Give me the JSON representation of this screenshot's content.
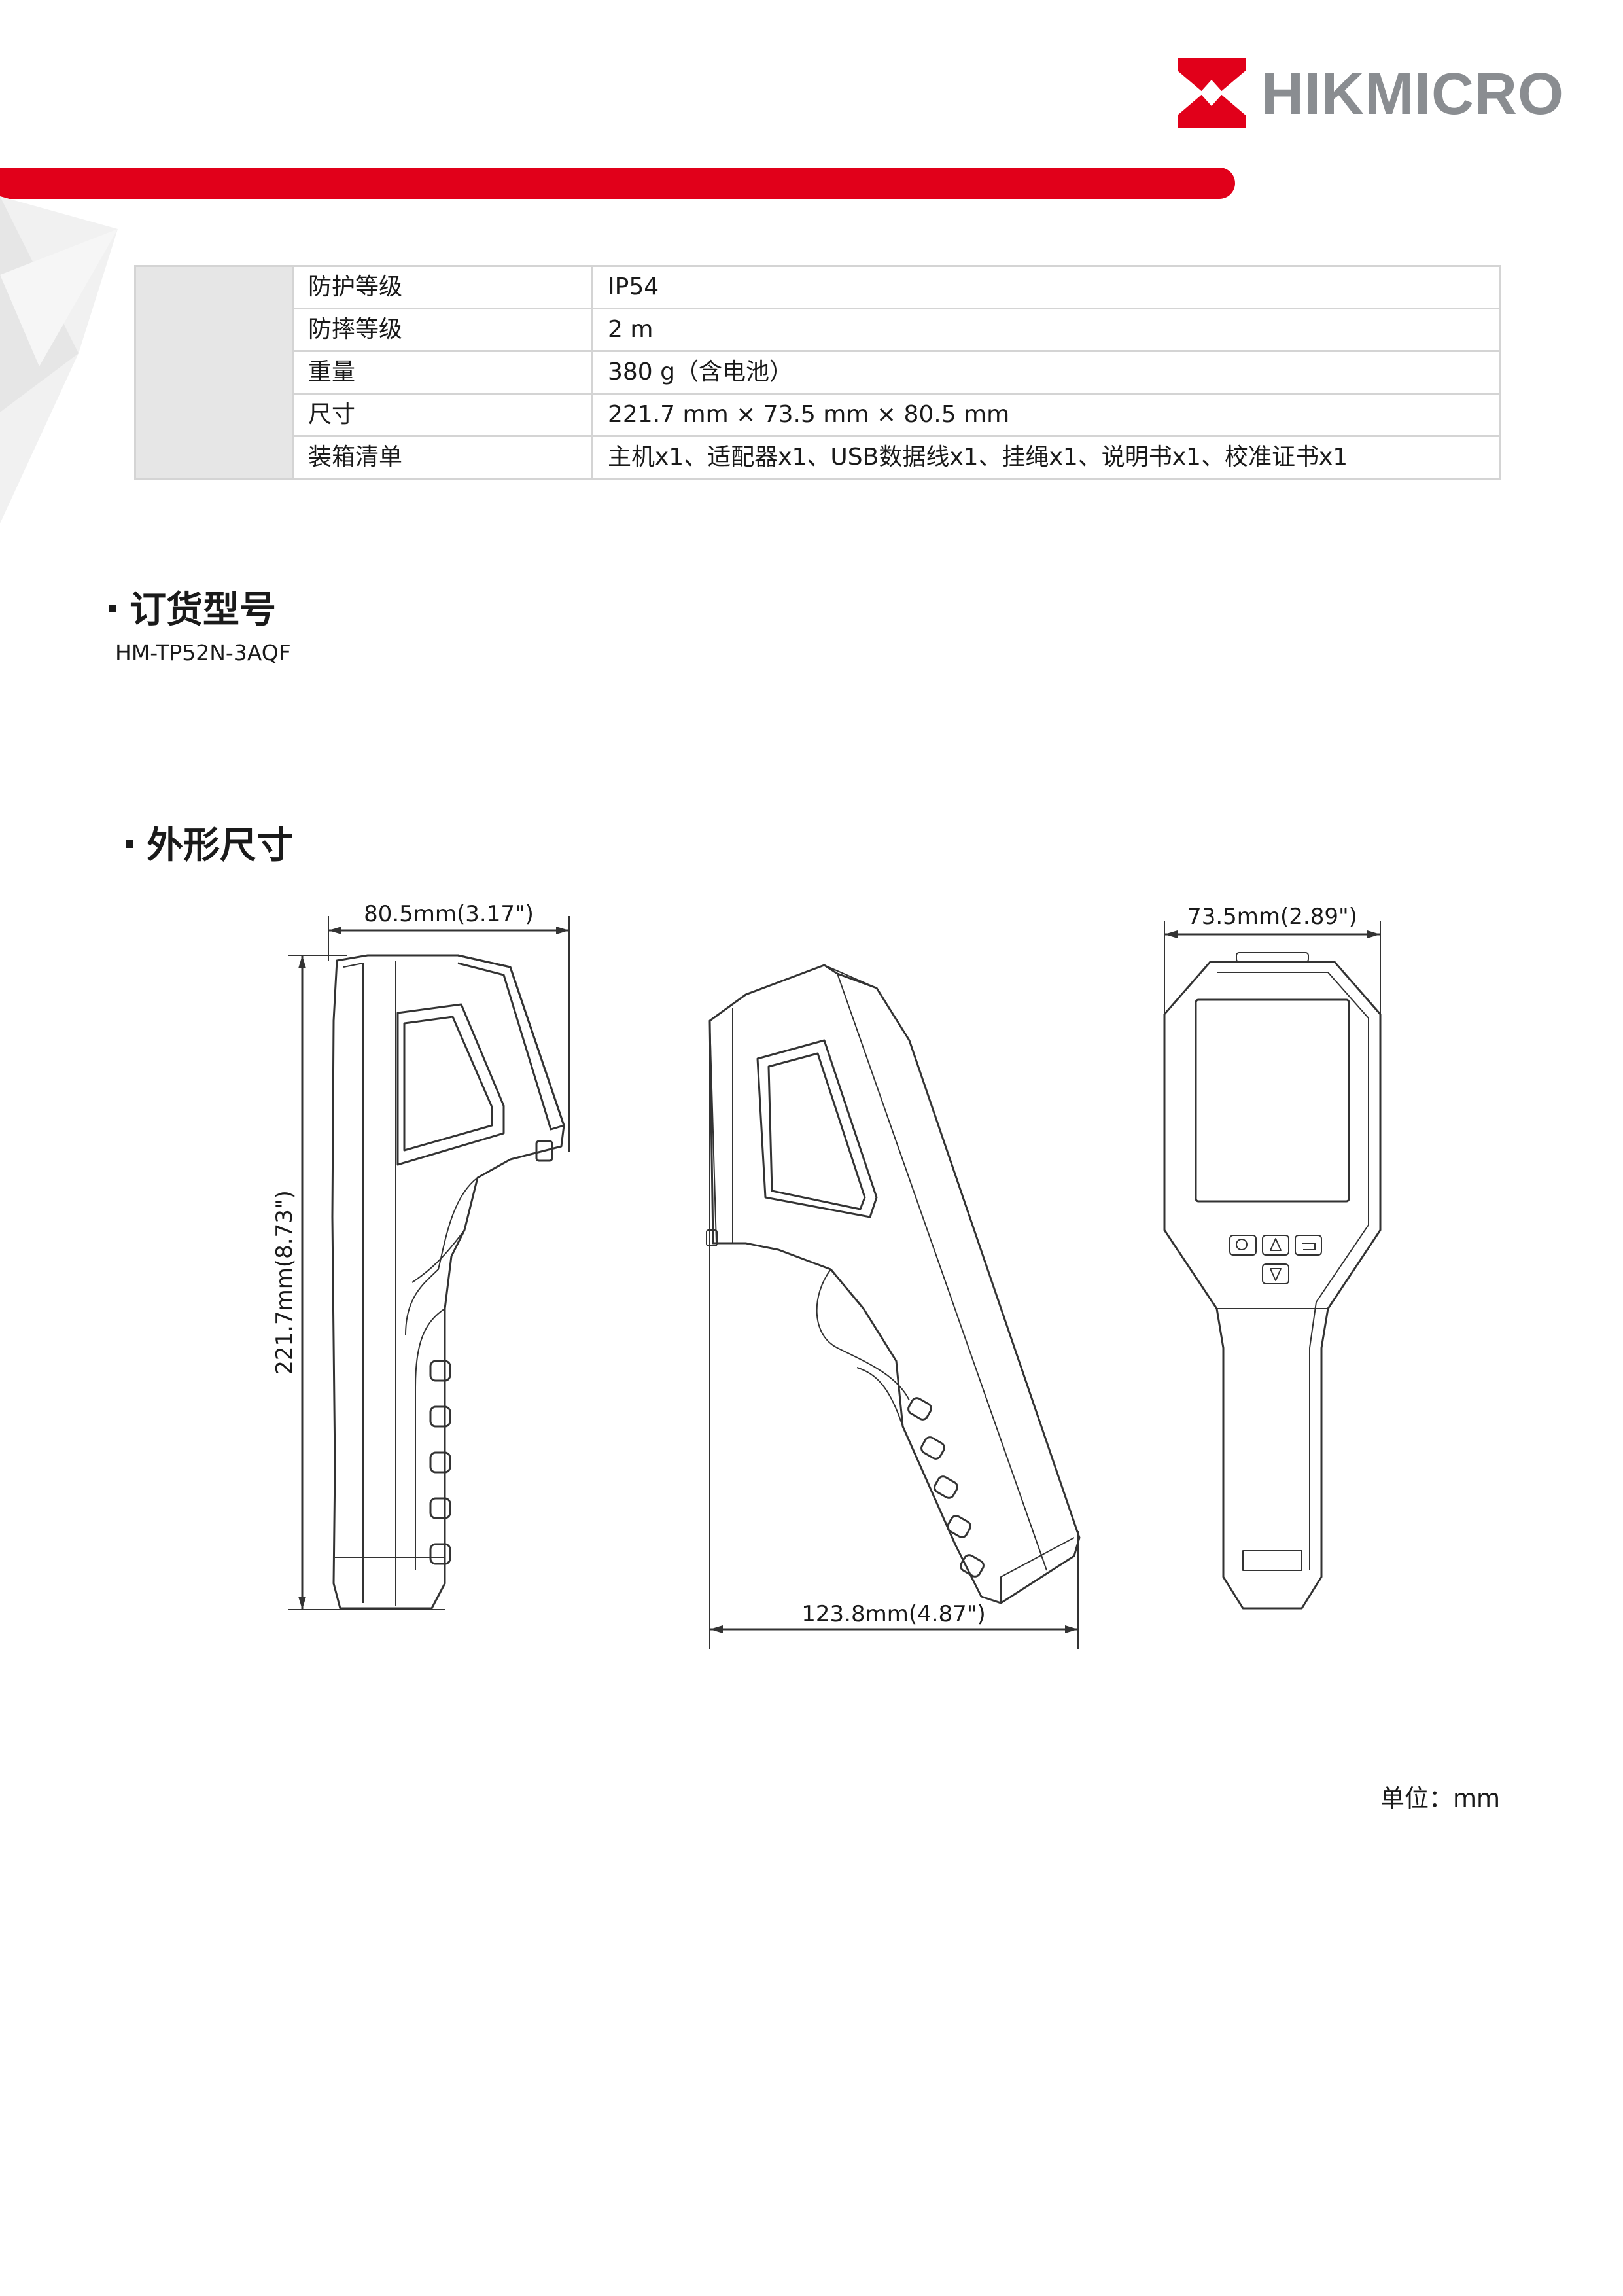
{
  "header": {
    "brand": "HIKMICRO",
    "brand_color": "#e1001a",
    "logo_icon": "hikmicro-logo-icon"
  },
  "specs": [
    {
      "label": "防护等级",
      "value": "IP54"
    },
    {
      "label": "防摔等级",
      "value": "2 m"
    },
    {
      "label": "重量",
      "value": "380 g（含电池）"
    },
    {
      "label": "尺寸",
      "value": "221.7 mm × 73.5 mm × 80.5 mm"
    },
    {
      "label": "装箱清单",
      "value": "主机x1、适配器x1、USB数据线x1、挂绳x1、说明书x1、校准证书x1"
    }
  ],
  "ordering": {
    "title": "订货型号",
    "model": "HM-TP52N-3AQF"
  },
  "dimensions": {
    "title": "外形尺寸",
    "side_width": "80.5mm(3.17\")",
    "height": "221.7mm(8.73\")",
    "diagonal_depth": "123.8mm(4.87\")",
    "front_width": "73.5mm(2.89\")",
    "unit_note": "单位：mm"
  }
}
